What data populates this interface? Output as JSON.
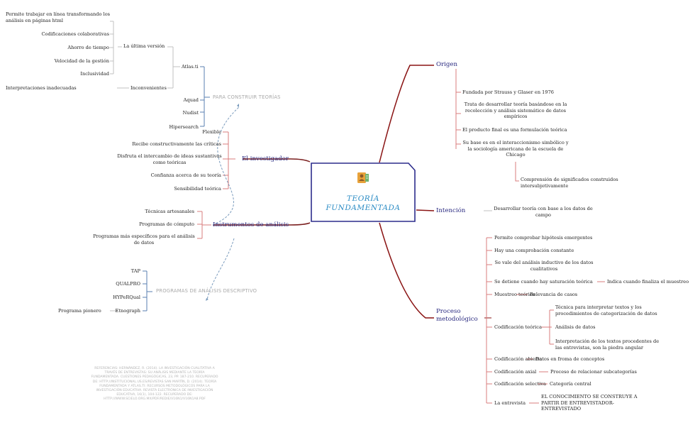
{
  "colors": {
    "right_branch": "#8a1414",
    "left_branch": "#7a1e1e",
    "central_border": "#2c2c8c",
    "central_text": "#2a8bc4",
    "blue_bracket": "#5a7fb0",
    "red_bracket": "#d97c7c",
    "leaf_line": "#c0c0c0"
  },
  "central": {
    "title_line1": "TEORÍA",
    "title_line2": "FUNDAMENTADA",
    "icon": "profile-card-icon"
  },
  "origen": {
    "label": "Origen",
    "items": [
      "Fundada por Strauss y Glaser en 1976",
      "Trata de desarrollar teoría basándose en la",
      "recolección y análisis sistemático de datos",
      "empíricos",
      "El producto final es una formulación teórica",
      "Su base es en el interaccionismo simbólico y",
      "la sociología americana de la escuela de",
      "Chicago"
    ],
    "sub": [
      "Comprensión de significados construidos",
      "intersubjetivamente"
    ]
  },
  "intencion": {
    "label": "Intención",
    "items": [
      "Desarrollar teoría con base a los datos de",
      "campo"
    ]
  },
  "proceso": {
    "label_1": "Proceso",
    "label_2": "metodológico",
    "items": [
      "Permite comprobar hipótesis emergentes",
      "Hay una comprobación constante",
      "Se vale del análisis inductivo de los datos",
      "cualitativos",
      "Se detiene cuando hay saturación teórica",
      "Muestreo teórico",
      "Codificación teórica",
      "Codificación abierta",
      "Codificación axial",
      "Codificación selectiva",
      "La entrevista"
    ],
    "saturacion_sub": "Indica cuando finaliza el muestreo",
    "muestreo_sub": "Relevancia de casos",
    "codif_teorica_sub": [
      "Técnica para interpretar textos y los",
      "procedimientos de categorización de datos",
      "Análisis de datos",
      "Interpretación de los textos procedentes de",
      "las entrevistas, son la piedra angular"
    ],
    "abierta_sub": "Datos en froma de conceptos",
    "axial_sub": "Proceso de relacionar subcategorías",
    "selectiva_sub": "Categoría central",
    "entrevista_sub": [
      "EL CONOCIMIENTO SE CONSTRUYE A",
      "PARTIR DE ENTREVISTADOR-",
      "ENTREVISTADO"
    ]
  },
  "investigador": {
    "label": "El investigador",
    "items": [
      "Flexible",
      "Recibe constructivamente las críticas",
      "Disfruta el intercambio de ideas sustantivas",
      "como teóricas",
      "Confianza acerca de su teoría",
      "Sensibilidad teórica"
    ]
  },
  "instrumentos": {
    "label": "Instrumentos de análisis",
    "items": [
      "Técnicas artesanales",
      "Programas de cómputo",
      "Programas más específicos para el análisis",
      "de datos"
    ]
  },
  "construir": {
    "label": "PARA CONSTRUIR TEORÍAS",
    "atlas": "Atlas.ti",
    "ultima": "La última versión",
    "ultima_items": [
      "Permite trabajar en línea transformando los",
      "análisis en páginas html",
      "Codificaciones colaborativas",
      "Ahorro de tiempo",
      "Velocidad de la gestión",
      "Inclusividad"
    ],
    "inconvenientes": "Inconvenientes",
    "inconv_item": "Interpretaciones inadecuadas",
    "others": [
      "Aquad",
      "Nudist",
      "Hipersearch"
    ]
  },
  "descriptivo": {
    "label": "PROGRAMAS DE ANÁLISIS DESCRIPTIVO",
    "items": [
      "TAP",
      "QUALPRO",
      "HYPeRQual",
      "Etnograph"
    ],
    "pionero": "Programa pionero"
  },
  "references": "REFERENCIAS: HERNÁNDEZ, R. (2014). LA INVESTIGACIÓN CUALITATIVA A TRAVÉS DE ENTREVISTAS: SU ANÁLISIS MEDIANTE LA TEORÍA FUNDAMENTADA. CUESTIONES PEDAGÓGICAS, 23, PP. 187-210. RECUPERADO DE: HTTP://INSTITUCIONAL.US.ES/REVISTAS SAN MARTÍN, D. (2014). TEORÍA FUNDAMENTADA Y ATLAS.TI: RECURSOS METODOLÓGICOS PARA LA INVESTIGACIÓN EDUCATIVA. REVISTA ELECTRÓNICA DE INVESTIGACIÓN EDUCATIVA, 16(1), 104-122. RECUPERADO DE: HTTP://WWW.SCIELO.ORG.MX/PDF/REDIE/V16N1/V16N1A8.PDF"
}
